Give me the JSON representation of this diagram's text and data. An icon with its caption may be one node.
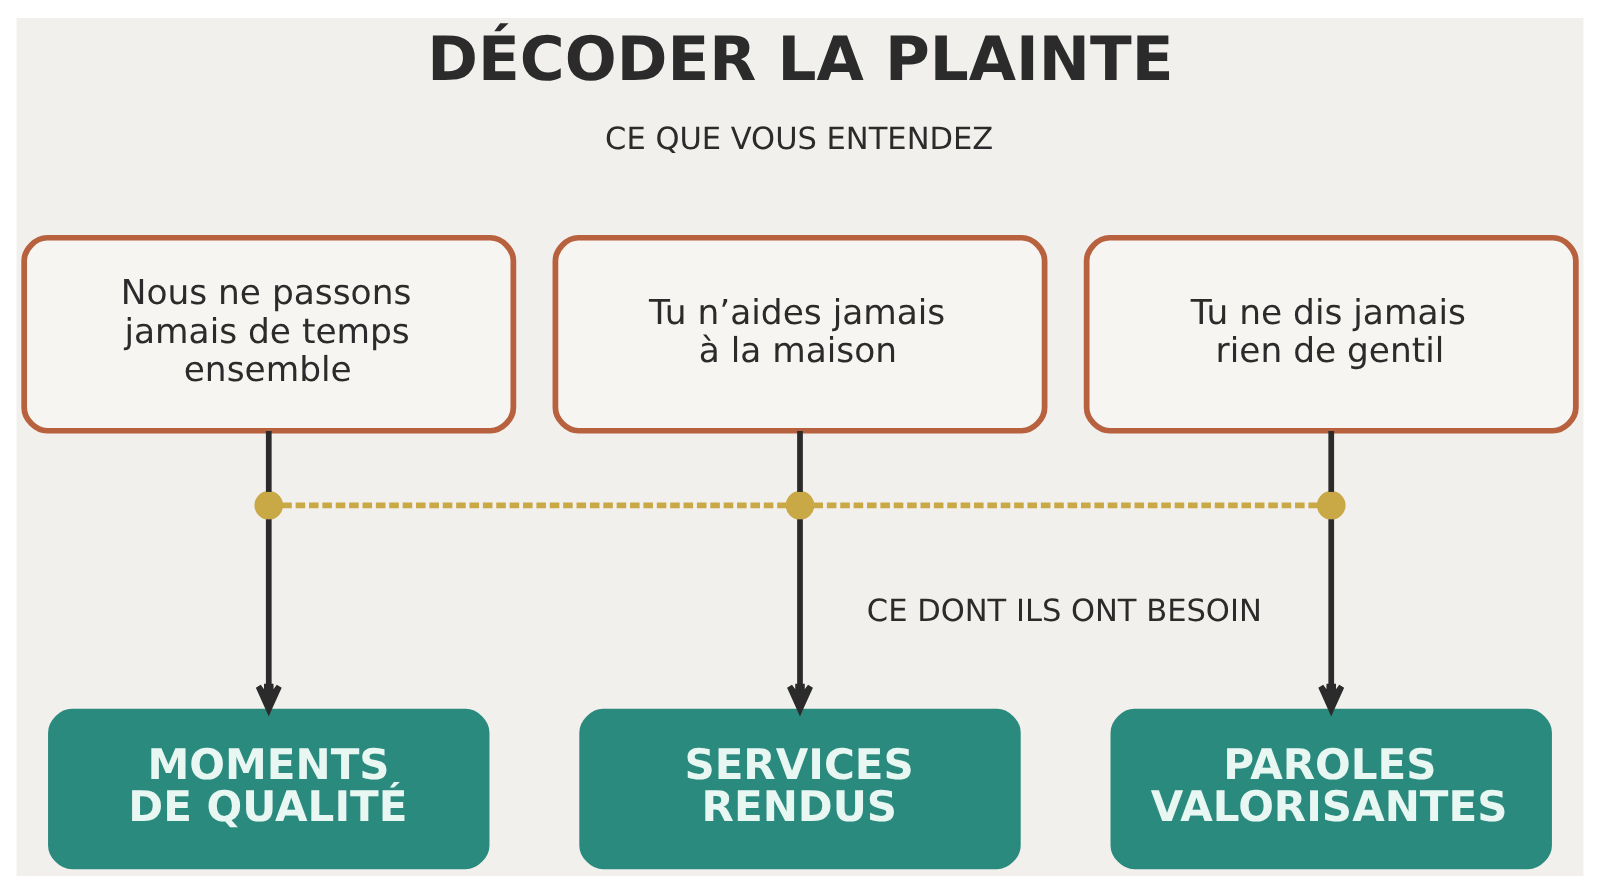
{
  "diagram": {
    "title": "DÉCODER LA PLAINTE",
    "nodes": [
      {
        "text": [
          "Nous ne passons jamais de temps ensemble"
        ]
      },
      {
        "text": [
          "Tu n’aides jamais à la maison"
        ]
      },
      {
        "text": [
          "Tu ne dis jamais rien de gentil"
        ]
      },
      {
        "text": [],
        "shape": "circle"
      },
      {
        "text": [],
        "shape": "circle"
      },
      {
        "text": [],
        "shape": "circle"
      },
      {
        "text": [
          "MOMENTS DE QUALITÉ"
        ]
      },
      {
        "text": [
          "SERVICES RENDUS"
        ]
      },
      {
        "text": [
          "PAROLES VALORISANTES"
        ]
      }
    ],
    "edges": [
      {
        "from": 3,
        "to": 4,
        "arrow": "none",
        "style": "dashed",
        "color": "#c9a846"
      },
      {
        "from": 4,
        "to": 5,
        "arrow": "none",
        "style": "dashed",
        "color": "#c9a846"
      },
      {
        "from": 0,
        "to": 3,
        "arrow": "none"
      },
      {
        "from": 3,
        "to": 6,
        "arrow": "to"
      },
      {
        "from": 1,
        "to": 4,
        "arrow": "none"
      },
      {
        "from": 4,
        "to": 7,
        "arrow": "to"
      },
      {
        "from": 2,
        "to": 5,
        "arrow": "none"
      },
      {
        "from": 5,
        "to": 8,
        "arrow": "to"
      }
    ],
    "labels": [
      "CE QUE VOUS ENTENDEZ",
      "CE DONT ILS ONT BESOIN"
    ]
  }
}
